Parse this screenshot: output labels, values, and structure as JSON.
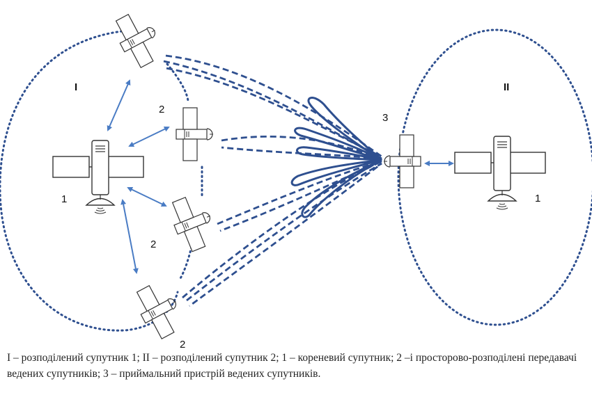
{
  "diagram": {
    "region_labels": {
      "cluster_1": "I",
      "cluster_2": "II"
    },
    "node_labels": {
      "root_sat_1": "1",
      "slave_sat_a": "2",
      "slave_sat_b": "2",
      "slave_sat_c": "2",
      "receiver": "3",
      "root_sat_2": "1"
    },
    "colors": {
      "boundary": "#2e4f8f",
      "beam": "#2e4f8f",
      "link": "#4a7cc4",
      "satellite_stroke": "#333333"
    }
  },
  "caption": "I – розподілений супутник 1; II – розподілений супутник 2; 1 – кореневий супутник; 2 –і просторово-розподілені передавачі ведених супутників; 3 – приймальний пристрій ведених супутників."
}
